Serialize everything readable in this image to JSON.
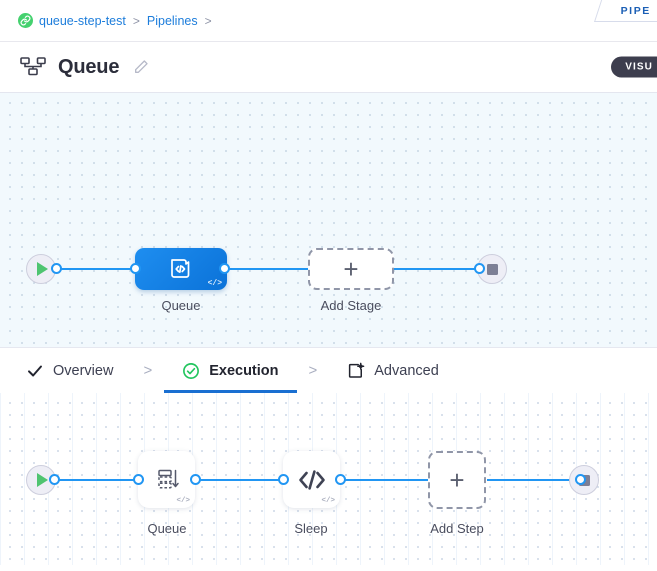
{
  "breadcrumb": {
    "project_icon": "link-circle-icon",
    "items": [
      {
        "label": "queue-step-test",
        "sep": ">"
      },
      {
        "label": "Pipelines",
        "sep": ">"
      }
    ]
  },
  "pipeline_tab": {
    "label": "PIPE"
  },
  "header": {
    "icon": "pipeline-icon",
    "title": "Queue",
    "edit_icon": "pencil-icon",
    "mode_badge": "VISU"
  },
  "stage_canvas": {
    "start_node": {
      "name": "start",
      "icon": "play-icon"
    },
    "stages": [
      {
        "label": "Queue",
        "icon": "code-document-icon",
        "badge": "</>"
      }
    ],
    "add_stage": {
      "label": "Add Stage",
      "icon": "plus-icon"
    },
    "end_node": {
      "name": "end",
      "icon": "stop-icon"
    }
  },
  "tabs": [
    {
      "label": "Overview",
      "icon": "check-icon",
      "active": false
    },
    {
      "label": "Execution",
      "icon": "check-circle-icon",
      "active": true
    },
    {
      "label": "Advanced",
      "icon": "advanced-gear-icon",
      "active": false
    }
  ],
  "tab_separator": ">",
  "step_canvas": {
    "start_node": {
      "name": "start",
      "icon": "play-icon"
    },
    "steps": [
      {
        "label": "Queue",
        "icon": "queue-stack-icon",
        "badge": "</>"
      },
      {
        "label": "Sleep",
        "icon": "code-brackets-icon",
        "badge": "</>"
      }
    ],
    "add_step": {
      "label": "Add Step",
      "icon": "plus-icon"
    },
    "end_node": {
      "name": "end",
      "icon": "stop-icon"
    }
  },
  "colors": {
    "accent_blue": "#2196f3",
    "link_blue": "#1d7ddb",
    "node_blue": "#0b72d8",
    "success_green": "#45d16f",
    "badge_dark": "#3d3e4e"
  }
}
